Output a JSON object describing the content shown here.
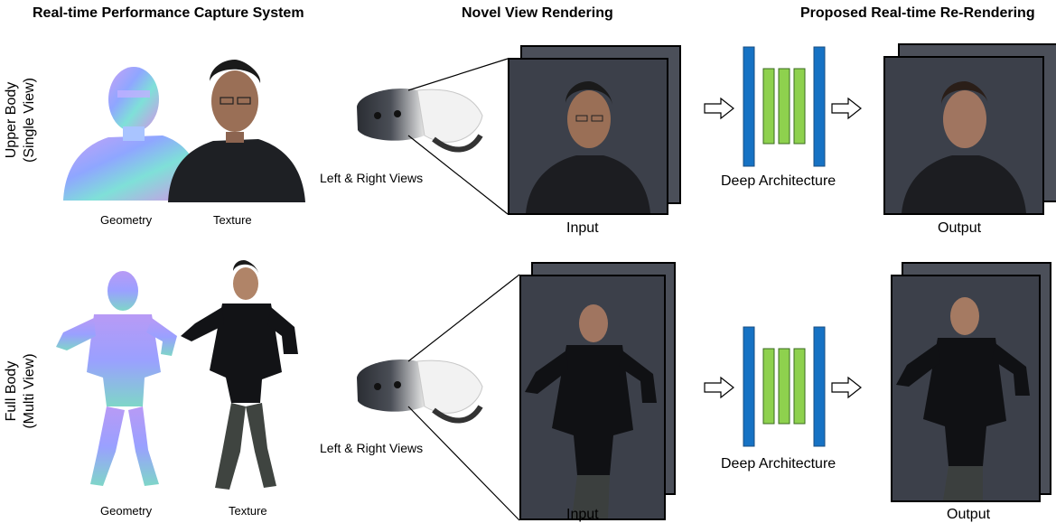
{
  "titles": {
    "capture": "Real-time Performance Capture System",
    "novel": "Novel View Rendering",
    "proposed": "Proposed Real-time Re-Rendering"
  },
  "rows": [
    {
      "label_line1": "Upper Body",
      "label_line2": "(Single View)",
      "geometry_caption": "Geometry",
      "texture_caption": "Texture",
      "views_caption": "Left & Right Views",
      "input_caption": "Input",
      "arch_caption": "Deep Architecture",
      "output_caption": "Output"
    },
    {
      "label_line1": "Full Body",
      "label_line2": "(Multi View)",
      "geometry_caption": "Geometry",
      "texture_caption": "Texture",
      "views_caption": "Left & Right Views",
      "input_caption": "Input",
      "arch_caption": "Deep Architecture",
      "output_caption": "Output"
    }
  ],
  "colors": {
    "encoder_bar": "#1672c4",
    "inner_bar": "#8ed14e",
    "frame_bg": "#484c56"
  }
}
